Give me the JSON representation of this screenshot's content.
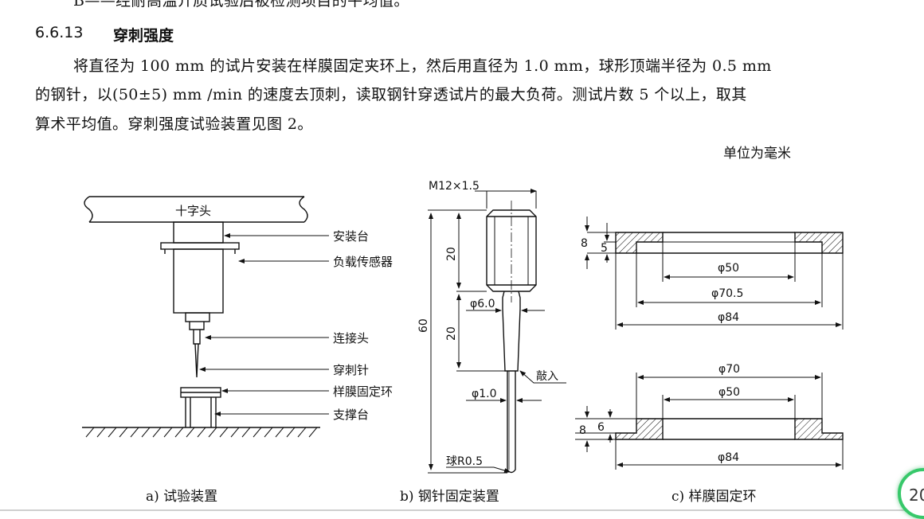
{
  "document": {
    "top_line": "B——经耐高温介质试验后被检测项目的平均值。",
    "section_number": "6.6.13",
    "section_title": "穿刺强度",
    "paragraph_lines": [
      "将直径为 100 mm 的试片安装在样膜固定夹环上，然后用直径为 1.0 mm，球形顶端半径为 0.5 mm",
      "的钢针，以(50±5) mm /min 的速度去顶刺，读取钢针穿透试片的最大负荷。测试片数 5 个以上，取其",
      "算术平均值。穿刺强度试验装置见图 2。"
    ],
    "unit_note": "单位为毫米",
    "page_number": "20"
  },
  "figure_a": {
    "caption": "a) 试验装置",
    "crosshead": "十字头",
    "labels": [
      "安装台",
      "负载传感器",
      "连接头",
      "穿刺针",
      "样膜固定环",
      "支撑台"
    ]
  },
  "figure_b": {
    "caption": "b) 钢针固定装置",
    "thread": "M12×1.5",
    "dim_20_top": "20",
    "dim_20_mid": "20",
    "dim_60": "60",
    "dia_6": "φ6.0",
    "dia_1": "φ1.0",
    "press_fit": "敲入",
    "ball_radius": "球R0.5"
  },
  "figure_c": {
    "caption": "c) 样膜固定环",
    "top_ring": {
      "h8": "8",
      "h5": "5",
      "d50": "φ50",
      "d70_5": "φ70.5",
      "d84": "φ84"
    },
    "bottom_ring": {
      "d70": "φ70",
      "d50": "φ50",
      "h8": "8",
      "h6": "6",
      "d84": "φ84"
    }
  },
  "colors": {
    "ink": "#111111",
    "badge_ring": "#37c86a"
  }
}
